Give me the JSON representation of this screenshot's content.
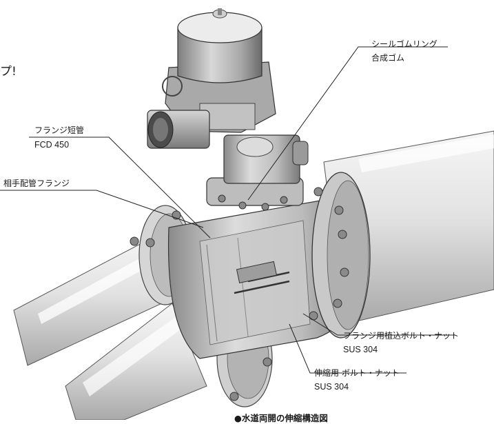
{
  "fragment_text": "プ!",
  "labels": {
    "seal_ring": "シールゴムリング",
    "seal_material": "合成ゴム",
    "flange_short": "フランジ短管",
    "flange_short_material": "FCD 450",
    "mating_flange": "相手配管フランジ",
    "embedded_bolt": "フランジ用植込ボルト・ナット",
    "embedded_bolt_material": "SUS 304",
    "expansion_bolt": "伸縮用 ボルト・ナット",
    "expansion_bolt_material": "SUS 304"
  },
  "caption": "●水道両開の伸縮構造図",
  "colors": {
    "metal_light": "#efefef",
    "metal_mid": "#b9b9b9",
    "metal_dark": "#6e6e6e",
    "ink": "#222222"
  }
}
